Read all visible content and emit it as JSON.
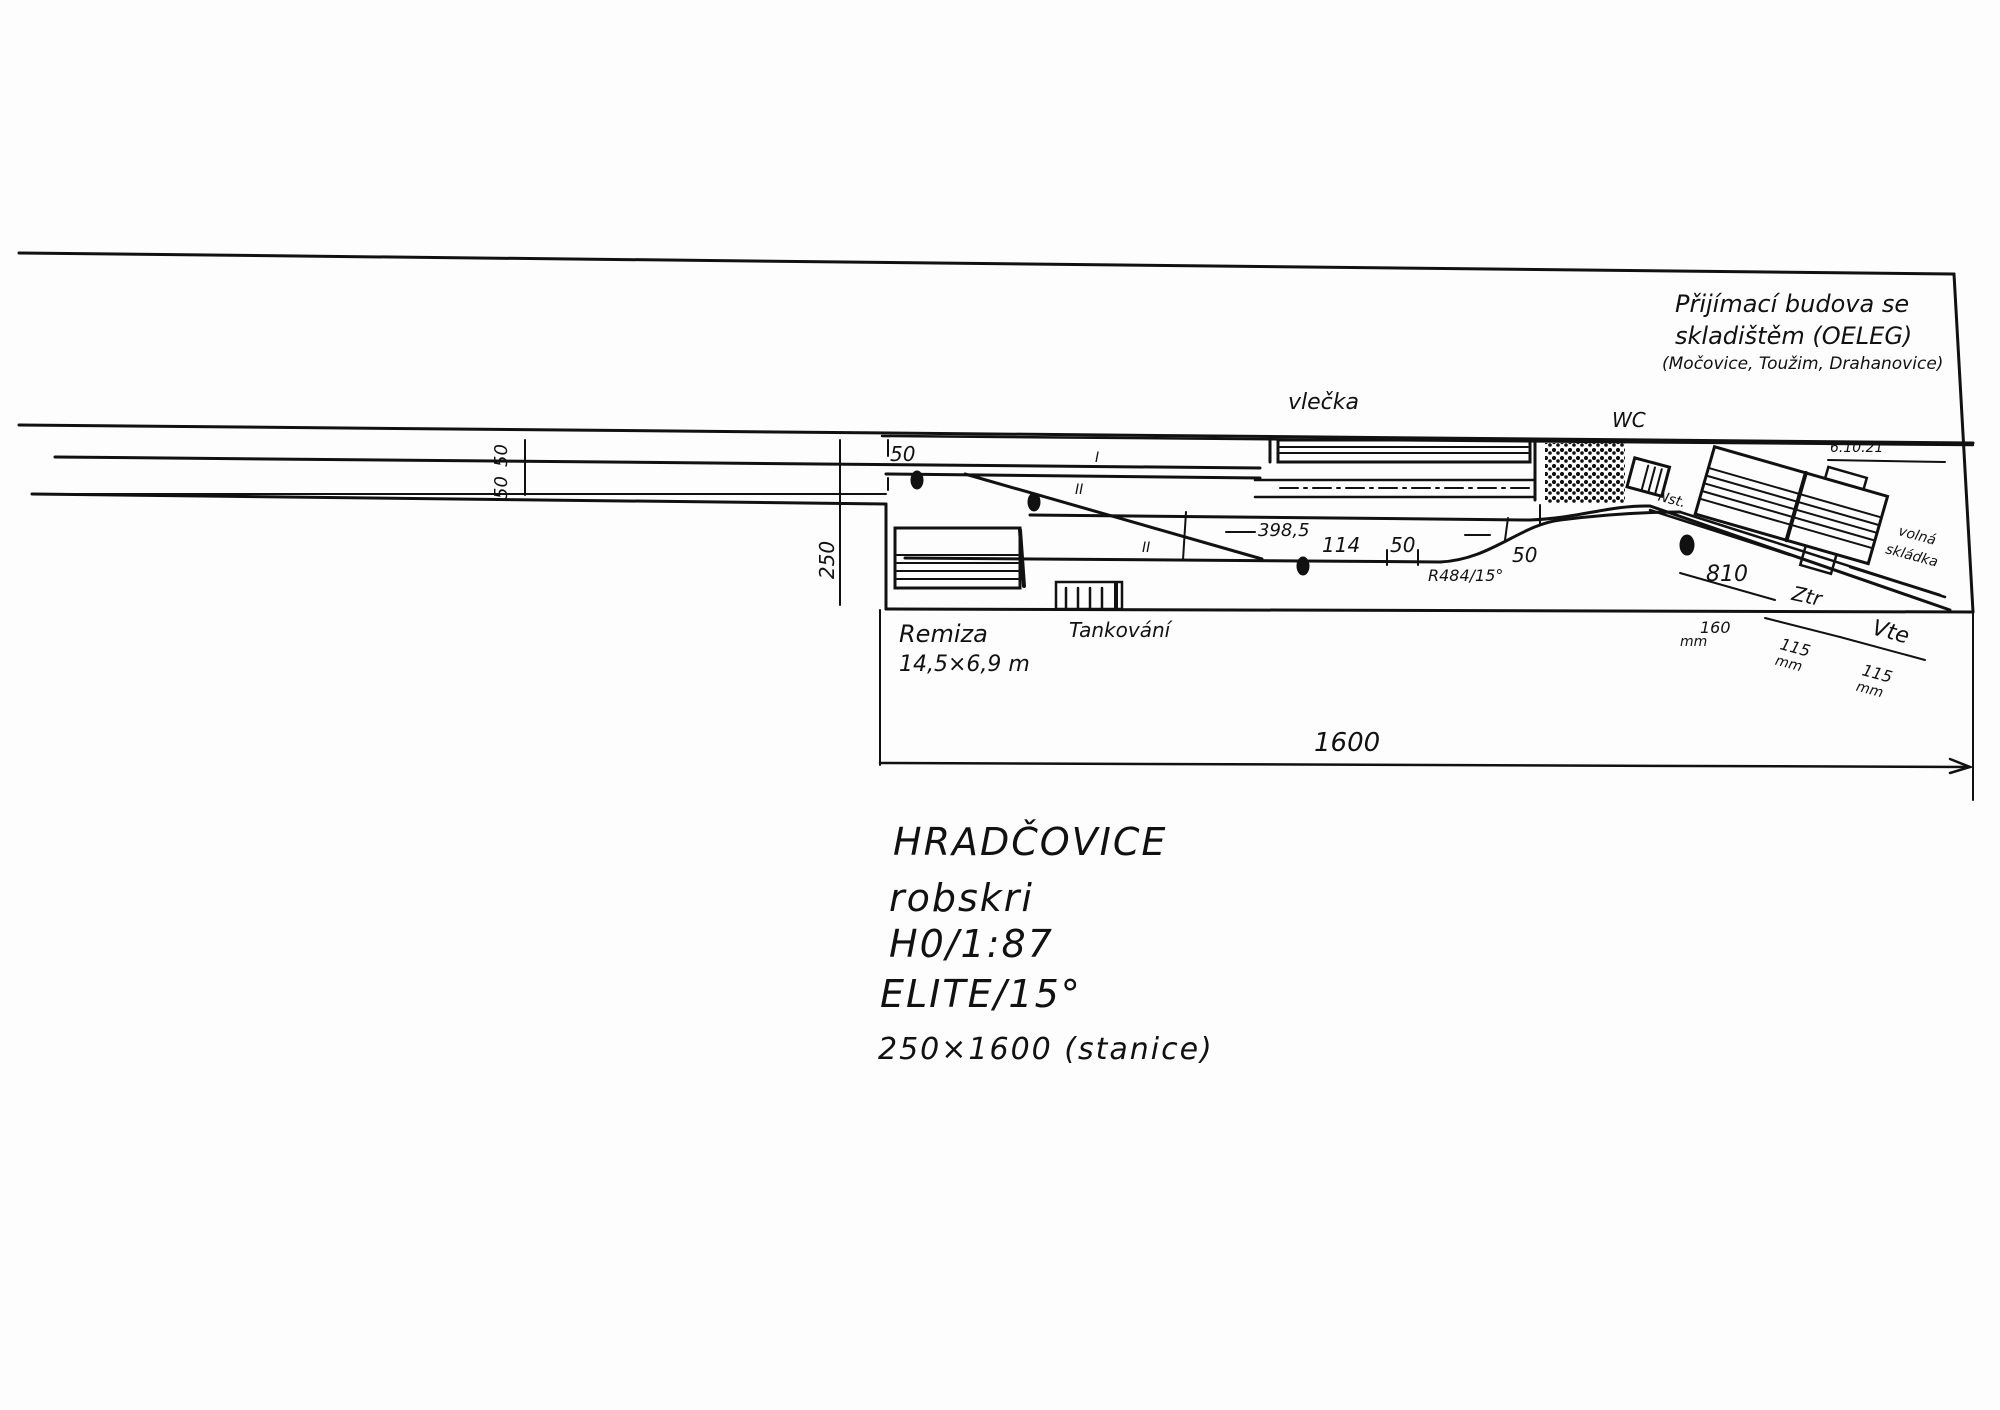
{
  "station_building": {
    "line1": "Přijímací budova se",
    "line2": "skladištěm (OELEG)",
    "line3": "(Močovice, Toužim, Drahanovice)"
  },
  "labels": {
    "siding": "vlečka",
    "wc": "WC",
    "date_signature": "6.10.21",
    "loading_platform": "Nst.",
    "free_storage_1": "volná",
    "free_storage_2": "skládka",
    "depot": "Remiza",
    "depot_size": "14,5×6,9 m",
    "fueling": "Tankování",
    "curve": "R484/15°",
    "ztr": "Ztr",
    "vte": "Vte"
  },
  "dimensions": {
    "track_spacing_1": "50",
    "track_spacing_2": "50",
    "width": "250",
    "top_50": "50",
    "d_398_5": "398,5",
    "d_114": "114",
    "d_50a": "50",
    "d_50b": "50",
    "d_810": "810",
    "d_160": "160",
    "d_160_unit": "mm",
    "d_115a": "115",
    "d_115a_unit": "mm",
    "d_115b": "115",
    "d_115b_unit": "mm",
    "length": "1600",
    "track_I": "I",
    "track_II_a": "II",
    "track_II_b": "II"
  },
  "title_block": {
    "name": "HRADČOVICE",
    "author": "robskri",
    "scale": "H0/1:87",
    "system": "ELITE/15°",
    "size": "250×1600 (stanice)"
  }
}
